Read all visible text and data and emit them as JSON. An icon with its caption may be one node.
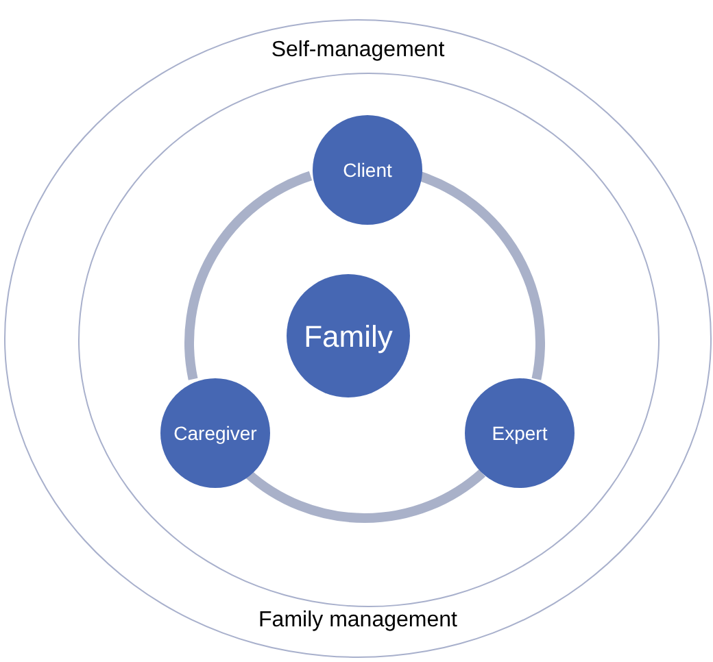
{
  "diagram": {
    "nodes": [
      {
        "text": [
          "Self-management",
          "Family management"
        ]
      },
      {
        "text": [],
        "shape": "circle",
        "in": 0
      },
      {
        "text": [
          "Client"
        ],
        "in": 1
      },
      {
        "text": [
          "Family"
        ],
        "in": 1
      },
      {
        "text": [
          "Caregiver"
        ],
        "in": 1
      },
      {
        "text": [
          "Expert"
        ],
        "in": 1
      }
    ],
    "edges": [
      {
        "from": 2,
        "to": 5,
        "arrow": "none"
      },
      {
        "from": 5,
        "to": 4,
        "arrow": "none"
      },
      {
        "from": 4,
        "to": 2,
        "arrow": "none"
      }
    ]
  }
}
